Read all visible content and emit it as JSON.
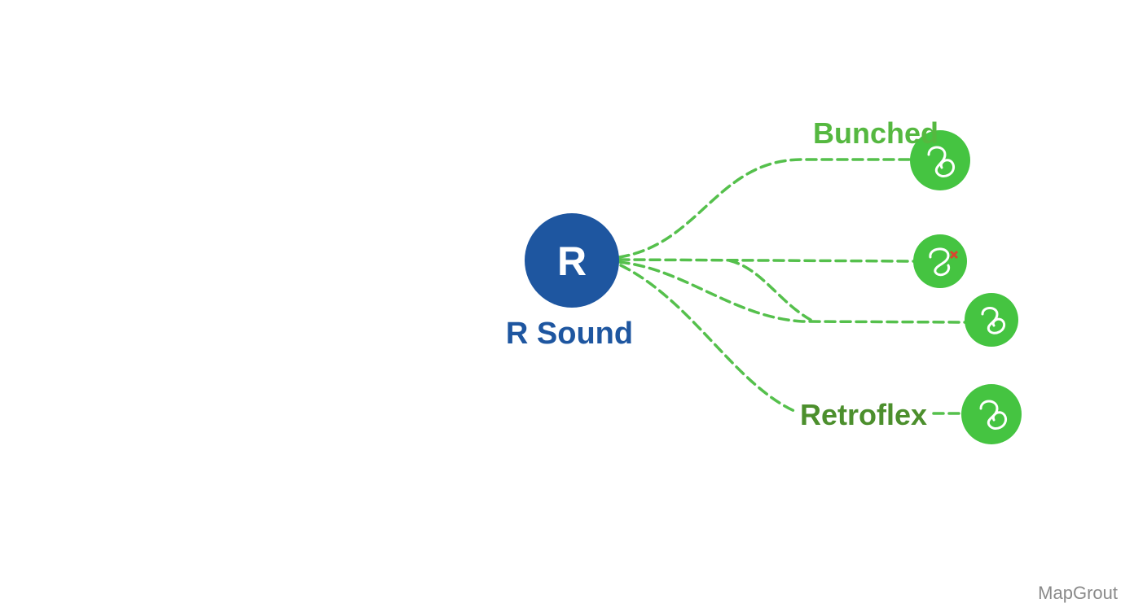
{
  "center": {
    "letter": "R",
    "label": "R Sound",
    "color": "#1e56a0"
  },
  "branches": [
    {
      "label": "Bunched",
      "label_color": "#55b840",
      "node_icon": "tongue-shape-icon"
    },
    {
      "label": "",
      "node_icon": "tongue-shape-icon",
      "accent_color": "#d9462f"
    },
    {
      "label": "",
      "node_icon": "tongue-shape-icon"
    },
    {
      "label": "Retroflex",
      "label_color": "#4c8f2d",
      "node_icon": "tongue-shape-icon"
    }
  ],
  "connector_color": "#55c04c",
  "node_color": "#45c441",
  "watermark": "MapGrout"
}
